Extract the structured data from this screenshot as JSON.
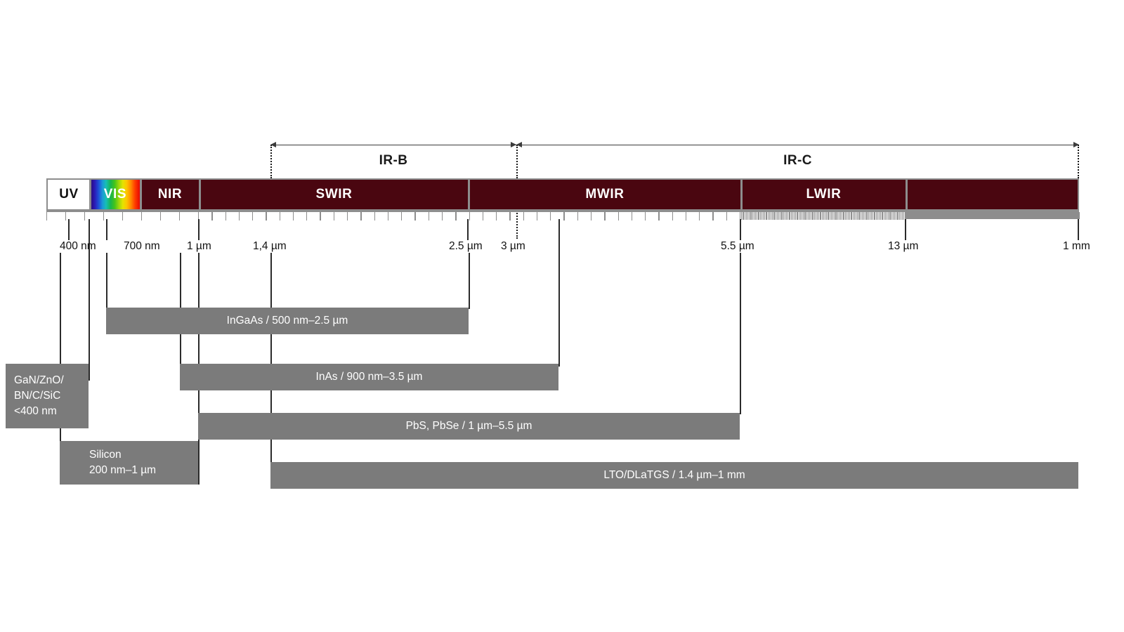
{
  "figure": {
    "title": "Electromagnetic spectrum with IR detector material ranges",
    "colors": {
      "ir_band": "#4a0610",
      "separator": "#8d8d8d",
      "detector_bar": "#7b7b7b",
      "text_dark": "#111111",
      "text_light": "#ffffff",
      "leader_line": "#2b2b2b"
    }
  },
  "brackets": [
    {
      "name": "IR-B",
      "label": "IR-B",
      "from": "1,4 µm",
      "to": "3 µm"
    },
    {
      "name": "IR-C",
      "label": "IR-C",
      "from": "3 µm",
      "to": "1 mm"
    }
  ],
  "spectrum_bands": [
    {
      "id": "uv",
      "label": "UV",
      "style": "white"
    },
    {
      "id": "vis",
      "label": "VIS",
      "style": "rainbow"
    },
    {
      "id": "nir",
      "label": "NIR",
      "style": "ir"
    },
    {
      "id": "swir",
      "label": "SWIR",
      "style": "ir"
    },
    {
      "id": "mwir",
      "label": "MWIR",
      "style": "ir"
    },
    {
      "id": "lwir",
      "label": "LWIR",
      "style": "ir"
    },
    {
      "id": "fir",
      "label": "",
      "style": "ir"
    }
  ],
  "axis_labels": [
    {
      "id": "t400nm",
      "text": "400 nm"
    },
    {
      "id": "t700nm",
      "text": "700 nm"
    },
    {
      "id": "t1um",
      "text": "1 µm"
    },
    {
      "id": "t14um",
      "text": "1,4 µm"
    },
    {
      "id": "t25um",
      "text": "2.5 µm"
    },
    {
      "id": "t3um",
      "text": "3 µm"
    },
    {
      "id": "t55um",
      "text": "5.5 µm"
    },
    {
      "id": "t13um",
      "text": "13 µm"
    },
    {
      "id": "t1mm",
      "text": "1 mm"
    }
  ],
  "detectors": [
    {
      "id": "gan",
      "kind": "box",
      "lines": [
        "GaN/ZnO/",
        "BN/C/SiC",
        "<400 nm"
      ],
      "material": "GaN/ZnO/BN/C/SiC",
      "range": "<400 nm"
    },
    {
      "id": "silicon",
      "kind": "box",
      "lines": [
        "Silicon",
        "200 nm–1 µm"
      ],
      "material": "Silicon",
      "range": "200 nm–1 µm"
    },
    {
      "id": "ingaas",
      "kind": "bar",
      "label": "InGaAs / 500 nm–2.5 µm",
      "material": "InGaAs",
      "range": "500 nm–2.5 µm"
    },
    {
      "id": "inas",
      "kind": "bar",
      "label": "InAs / 900 nm–3.5 µm",
      "material": "InAs",
      "range": "900 nm–3.5 µm"
    },
    {
      "id": "pbs",
      "kind": "bar",
      "label": "PbS, PbSe / 1 µm–5.5 µm",
      "material": "PbS, PbSe",
      "range": "1 µm–5.5 µm"
    },
    {
      "id": "lto",
      "kind": "bar",
      "label": "LTO/DLaTGS / 1.4 µm–1 mm",
      "material": "LTO/DLaTGS",
      "range": "1.4 µm–1 mm"
    }
  ]
}
